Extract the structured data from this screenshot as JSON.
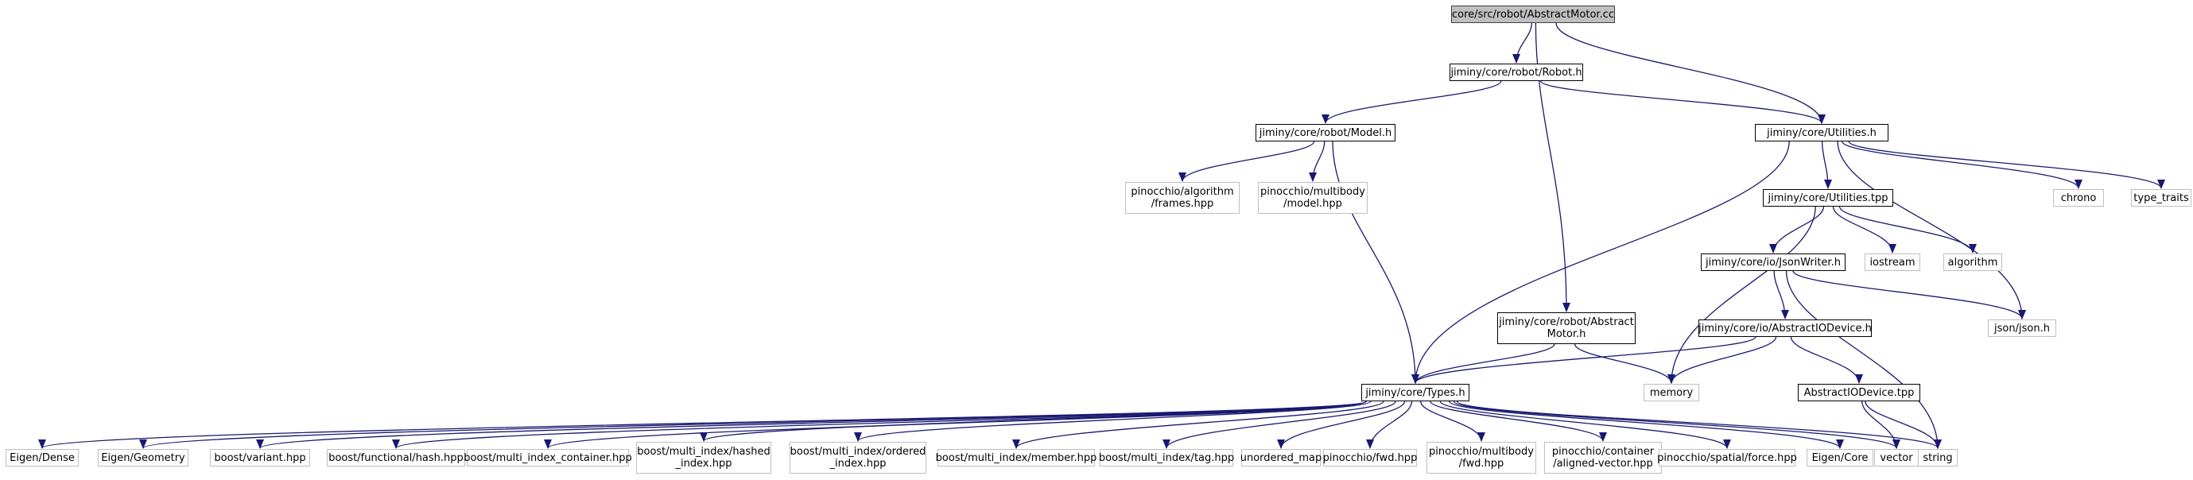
{
  "diagram": {
    "nodes": [
      {
        "id": "root",
        "label": "core/src/robot/AbstractMotor.cc",
        "kind": "root"
      },
      {
        "id": "robot",
        "label": "jiminy/core/robot/Robot.h",
        "kind": "internal"
      },
      {
        "id": "model",
        "label": "jiminy/core/robot/Model.h",
        "kind": "internal"
      },
      {
        "id": "utilities_h",
        "label": "jiminy/core/Utilities.h",
        "kind": "internal"
      },
      {
        "id": "utilities_tpp",
        "label": "jiminy/core/Utilities.tpp",
        "kind": "internal"
      },
      {
        "id": "jsonwriter",
        "label": "jiminy/core/io/JsonWriter.h",
        "kind": "internal"
      },
      {
        "id": "aiodevice_h",
        "label": "jiminy/core/io/AbstractIODevice.h",
        "kind": "internal"
      },
      {
        "id": "aiodevice_tpp",
        "label": "AbstractIODevice.tpp",
        "kind": "internal"
      },
      {
        "id": "abstractmotor_h",
        "label": "jiminy/core/robot/Abstract\nMotor.h",
        "kind": "internal"
      },
      {
        "id": "types",
        "label": "jiminy/core/Types.h",
        "kind": "internal"
      },
      {
        "id": "frames",
        "label": "pinocchio/algorithm\n/frames.hpp",
        "kind": "external"
      },
      {
        "id": "pin_model",
        "label": "pinocchio/multibody\n/model.hpp",
        "kind": "external"
      },
      {
        "id": "chrono",
        "label": "chrono",
        "kind": "external"
      },
      {
        "id": "type_traits",
        "label": "type_traits",
        "kind": "external"
      },
      {
        "id": "iostream",
        "label": "iostream",
        "kind": "external"
      },
      {
        "id": "algorithm",
        "label": "algorithm",
        "kind": "external"
      },
      {
        "id": "json",
        "label": "json/json.h",
        "kind": "external"
      },
      {
        "id": "memory",
        "label": "memory",
        "kind": "external"
      },
      {
        "id": "eigen_dense",
        "label": "Eigen/Dense",
        "kind": "external"
      },
      {
        "id": "eigen_geometry",
        "label": "Eigen/Geometry",
        "kind": "external"
      },
      {
        "id": "boost_variant",
        "label": "boost/variant.hpp",
        "kind": "external"
      },
      {
        "id": "boost_hash",
        "label": "boost/functional/hash.hpp",
        "kind": "external"
      },
      {
        "id": "mi_container",
        "label": "boost/multi_index_container.hpp",
        "kind": "external"
      },
      {
        "id": "mi_hashed",
        "label": "boost/multi_index/hashed\n_index.hpp",
        "kind": "external"
      },
      {
        "id": "mi_ordered",
        "label": "boost/multi_index/ordered\n_index.hpp",
        "kind": "external"
      },
      {
        "id": "mi_member",
        "label": "boost/multi_index/member.hpp",
        "kind": "external"
      },
      {
        "id": "mi_tag",
        "label": "boost/multi_index/tag.hpp",
        "kind": "external"
      },
      {
        "id": "unordered_map",
        "label": "unordered_map",
        "kind": "external"
      },
      {
        "id": "pin_fwd",
        "label": "pinocchio/fwd.hpp",
        "kind": "external"
      },
      {
        "id": "pin_mb_fwd",
        "label": "pinocchio/multibody\n/fwd.hpp",
        "kind": "external"
      },
      {
        "id": "aligned_vector",
        "label": "pinocchio/container\n/aligned-vector.hpp",
        "kind": "external"
      },
      {
        "id": "spatial_force",
        "label": "pinocchio/spatial/force.hpp",
        "kind": "external"
      },
      {
        "id": "eigen_core",
        "label": "Eigen/Core",
        "kind": "external"
      },
      {
        "id": "vector",
        "label": "vector",
        "kind": "external"
      },
      {
        "id": "string",
        "label": "string",
        "kind": "external"
      }
    ],
    "edges": [
      [
        "root",
        "robot"
      ],
      [
        "root",
        "abstractmotor_h"
      ],
      [
        "root",
        "utilities_h"
      ],
      [
        "robot",
        "model"
      ],
      [
        "robot",
        "utilities_h"
      ],
      [
        "model",
        "frames"
      ],
      [
        "model",
        "pin_model"
      ],
      [
        "model",
        "types"
      ],
      [
        "utilities_h",
        "types"
      ],
      [
        "utilities_h",
        "utilities_tpp"
      ],
      [
        "utilities_h",
        "chrono"
      ],
      [
        "utilities_h",
        "type_traits"
      ],
      [
        "utilities_h",
        "json"
      ],
      [
        "utilities_tpp",
        "memory"
      ],
      [
        "utilities_tpp",
        "jsonwriter"
      ],
      [
        "utilities_tpp",
        "iostream"
      ],
      [
        "utilities_tpp",
        "algorithm"
      ],
      [
        "jsonwriter",
        "aiodevice_h"
      ],
      [
        "jsonwriter",
        "json"
      ],
      [
        "jsonwriter",
        "string"
      ],
      [
        "aiodevice_h",
        "types"
      ],
      [
        "aiodevice_h",
        "memory"
      ],
      [
        "aiodevice_h",
        "aiodevice_tpp"
      ],
      [
        "aiodevice_tpp",
        "vector"
      ],
      [
        "aiodevice_tpp",
        "string"
      ],
      [
        "abstractmotor_h",
        "types"
      ],
      [
        "abstractmotor_h",
        "memory"
      ],
      [
        "types",
        "eigen_dense"
      ],
      [
        "types",
        "eigen_geometry"
      ],
      [
        "types",
        "boost_variant"
      ],
      [
        "types",
        "boost_hash"
      ],
      [
        "types",
        "mi_container"
      ],
      [
        "types",
        "mi_hashed"
      ],
      [
        "types",
        "mi_ordered"
      ],
      [
        "types",
        "mi_member"
      ],
      [
        "types",
        "mi_tag"
      ],
      [
        "types",
        "unordered_map"
      ],
      [
        "types",
        "pin_fwd"
      ],
      [
        "types",
        "pin_mb_fwd"
      ],
      [
        "types",
        "aligned_vector"
      ],
      [
        "types",
        "spatial_force"
      ],
      [
        "types",
        "eigen_core"
      ],
      [
        "types",
        "vector"
      ],
      [
        "types",
        "string"
      ]
    ]
  },
  "colors": {
    "edge": "#191970",
    "root_fill": "#bfbfbf",
    "internal_border": "#000000",
    "external_border": "#bfbfbf"
  }
}
